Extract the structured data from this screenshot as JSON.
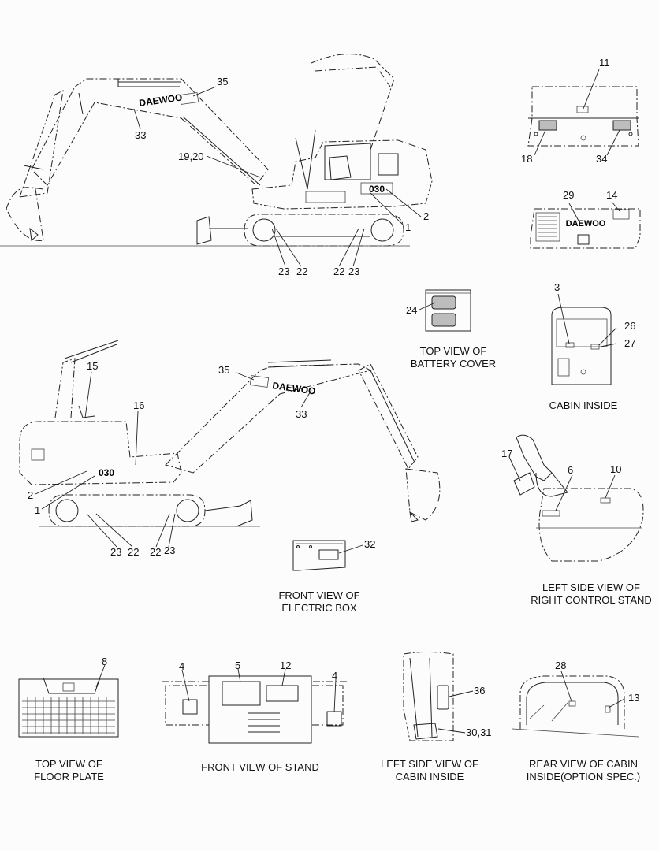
{
  "callouts": {
    "c11": "11",
    "c18": "18",
    "c34": "34",
    "c29": "29",
    "c14": "14",
    "c35a": "35",
    "c33a": "33",
    "c1920": "19,20",
    "c2a": "2",
    "c1a": "1",
    "c23a": "23",
    "c22a": "22",
    "c22b": "22",
    "c23b": "23",
    "c24": "24",
    "c3": "3",
    "c26": "26",
    "c27": "27",
    "c15": "15",
    "c16": "16",
    "c35b": "35",
    "c33b": "33",
    "c2b": "2",
    "c1b": "1",
    "c23c": "23",
    "c22c": "22",
    "c22d": "22",
    "c23d": "23",
    "c17": "17",
    "c6": "6",
    "c10": "10",
    "c32": "32",
    "c8": "8",
    "c4a": "4",
    "c5": "5",
    "c12": "12",
    "c4b": "4",
    "c36": "36",
    "c3031": "30,31",
    "c28": "28",
    "c13": "13"
  },
  "captions": {
    "battery": [
      "TOP VIEW OF",
      "BATTERY COVER"
    ],
    "cabin": [
      "CABIN INSIDE"
    ],
    "control": [
      "LEFT SIDE VIEW OF",
      "RIGHT CONTROL STAND"
    ],
    "electric": [
      "FRONT VIEW OF",
      "ELECTRIC BOX"
    ],
    "floor": [
      "TOP VIEW OF",
      "FLOOR PLATE"
    ],
    "stand": [
      "FRONT VIEW OF STAND"
    ],
    "cabinleft": [
      "LEFT SIDE VIEW OF",
      "CABIN INSIDE"
    ],
    "rearcabin": [
      "REAR VIEW OF CABIN",
      "INSIDE(OPTION SPEC.)"
    ]
  },
  "decals": {
    "brand": "DAEWOO",
    "model": "030"
  }
}
